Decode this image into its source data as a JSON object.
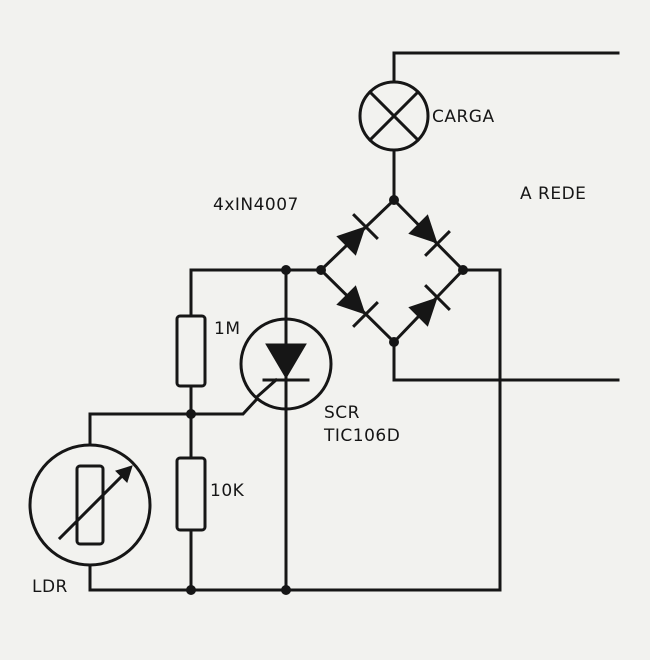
{
  "labels": {
    "load": "CARGA",
    "mains": "A REDE",
    "bridge": "4xIN4007",
    "r_top": "1M",
    "r_bottom": "10K",
    "scr": "SCR",
    "scr_part": "TIC106D",
    "ldr": "LDR"
  },
  "colors": {
    "ink": "#161616",
    "paper": "#f2f2ef"
  }
}
